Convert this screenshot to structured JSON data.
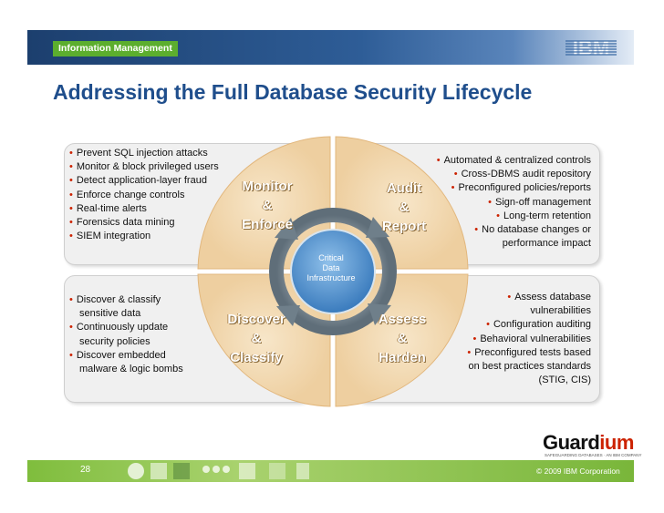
{
  "header": {
    "brand_label": "Information Management",
    "logo_text": "IBM"
  },
  "title": "Addressing the Full Database Security Lifecycle",
  "quadrants": {
    "monitor": {
      "label_lines": [
        "Monitor",
        "&",
        "Enforce"
      ],
      "bullets": [
        "Prevent SQL injection attacks",
        "Monitor & block privileged users",
        "Detect application-layer fraud",
        "Enforce change controls",
        "Real-time alerts",
        "Forensics data mining",
        "SIEM integration"
      ]
    },
    "audit": {
      "label_lines": [
        "Audit",
        "&",
        "Report"
      ],
      "bullets": [
        "Automated & centralized controls",
        "Cross-DBMS audit repository",
        "Preconfigured policies/reports",
        "Sign-off management",
        "Long-term retention",
        "No database changes or",
        "performance impact"
      ]
    },
    "discover": {
      "label_lines": [
        "Discover",
        "&",
        "Classify"
      ],
      "bullets": [
        "Discover & classify",
        "sensitive data",
        "Continuously update",
        "security policies",
        "Discover embedded",
        "malware & logic bombs"
      ]
    },
    "assess": {
      "label_lines": [
        "Assess",
        "&",
        "Harden"
      ],
      "bullets": [
        "Assess database",
        "vulnerabilities",
        "Configuration auditing",
        "Behavioral vulnerabilities",
        "Preconfigured tests based",
        "on best practices standards",
        "(STIG, CIS)"
      ]
    }
  },
  "center": {
    "lines": [
      "Critical",
      "Data",
      "Infrastructure"
    ]
  },
  "footer": {
    "page_number": "28",
    "copyright": "© 2009 IBM Corporation",
    "logo_main": "Guard",
    "logo_accent": "ium",
    "logo_tagline": "SAFEGUARDING DATABASES · AN IBM COMPANY"
  },
  "colors": {
    "title": "#1f4e8c",
    "brand_green": "#5cae2e",
    "wedge": "#f3d9b0",
    "bullet": "#cc2200",
    "arrow_ring": "#7c8b96"
  }
}
